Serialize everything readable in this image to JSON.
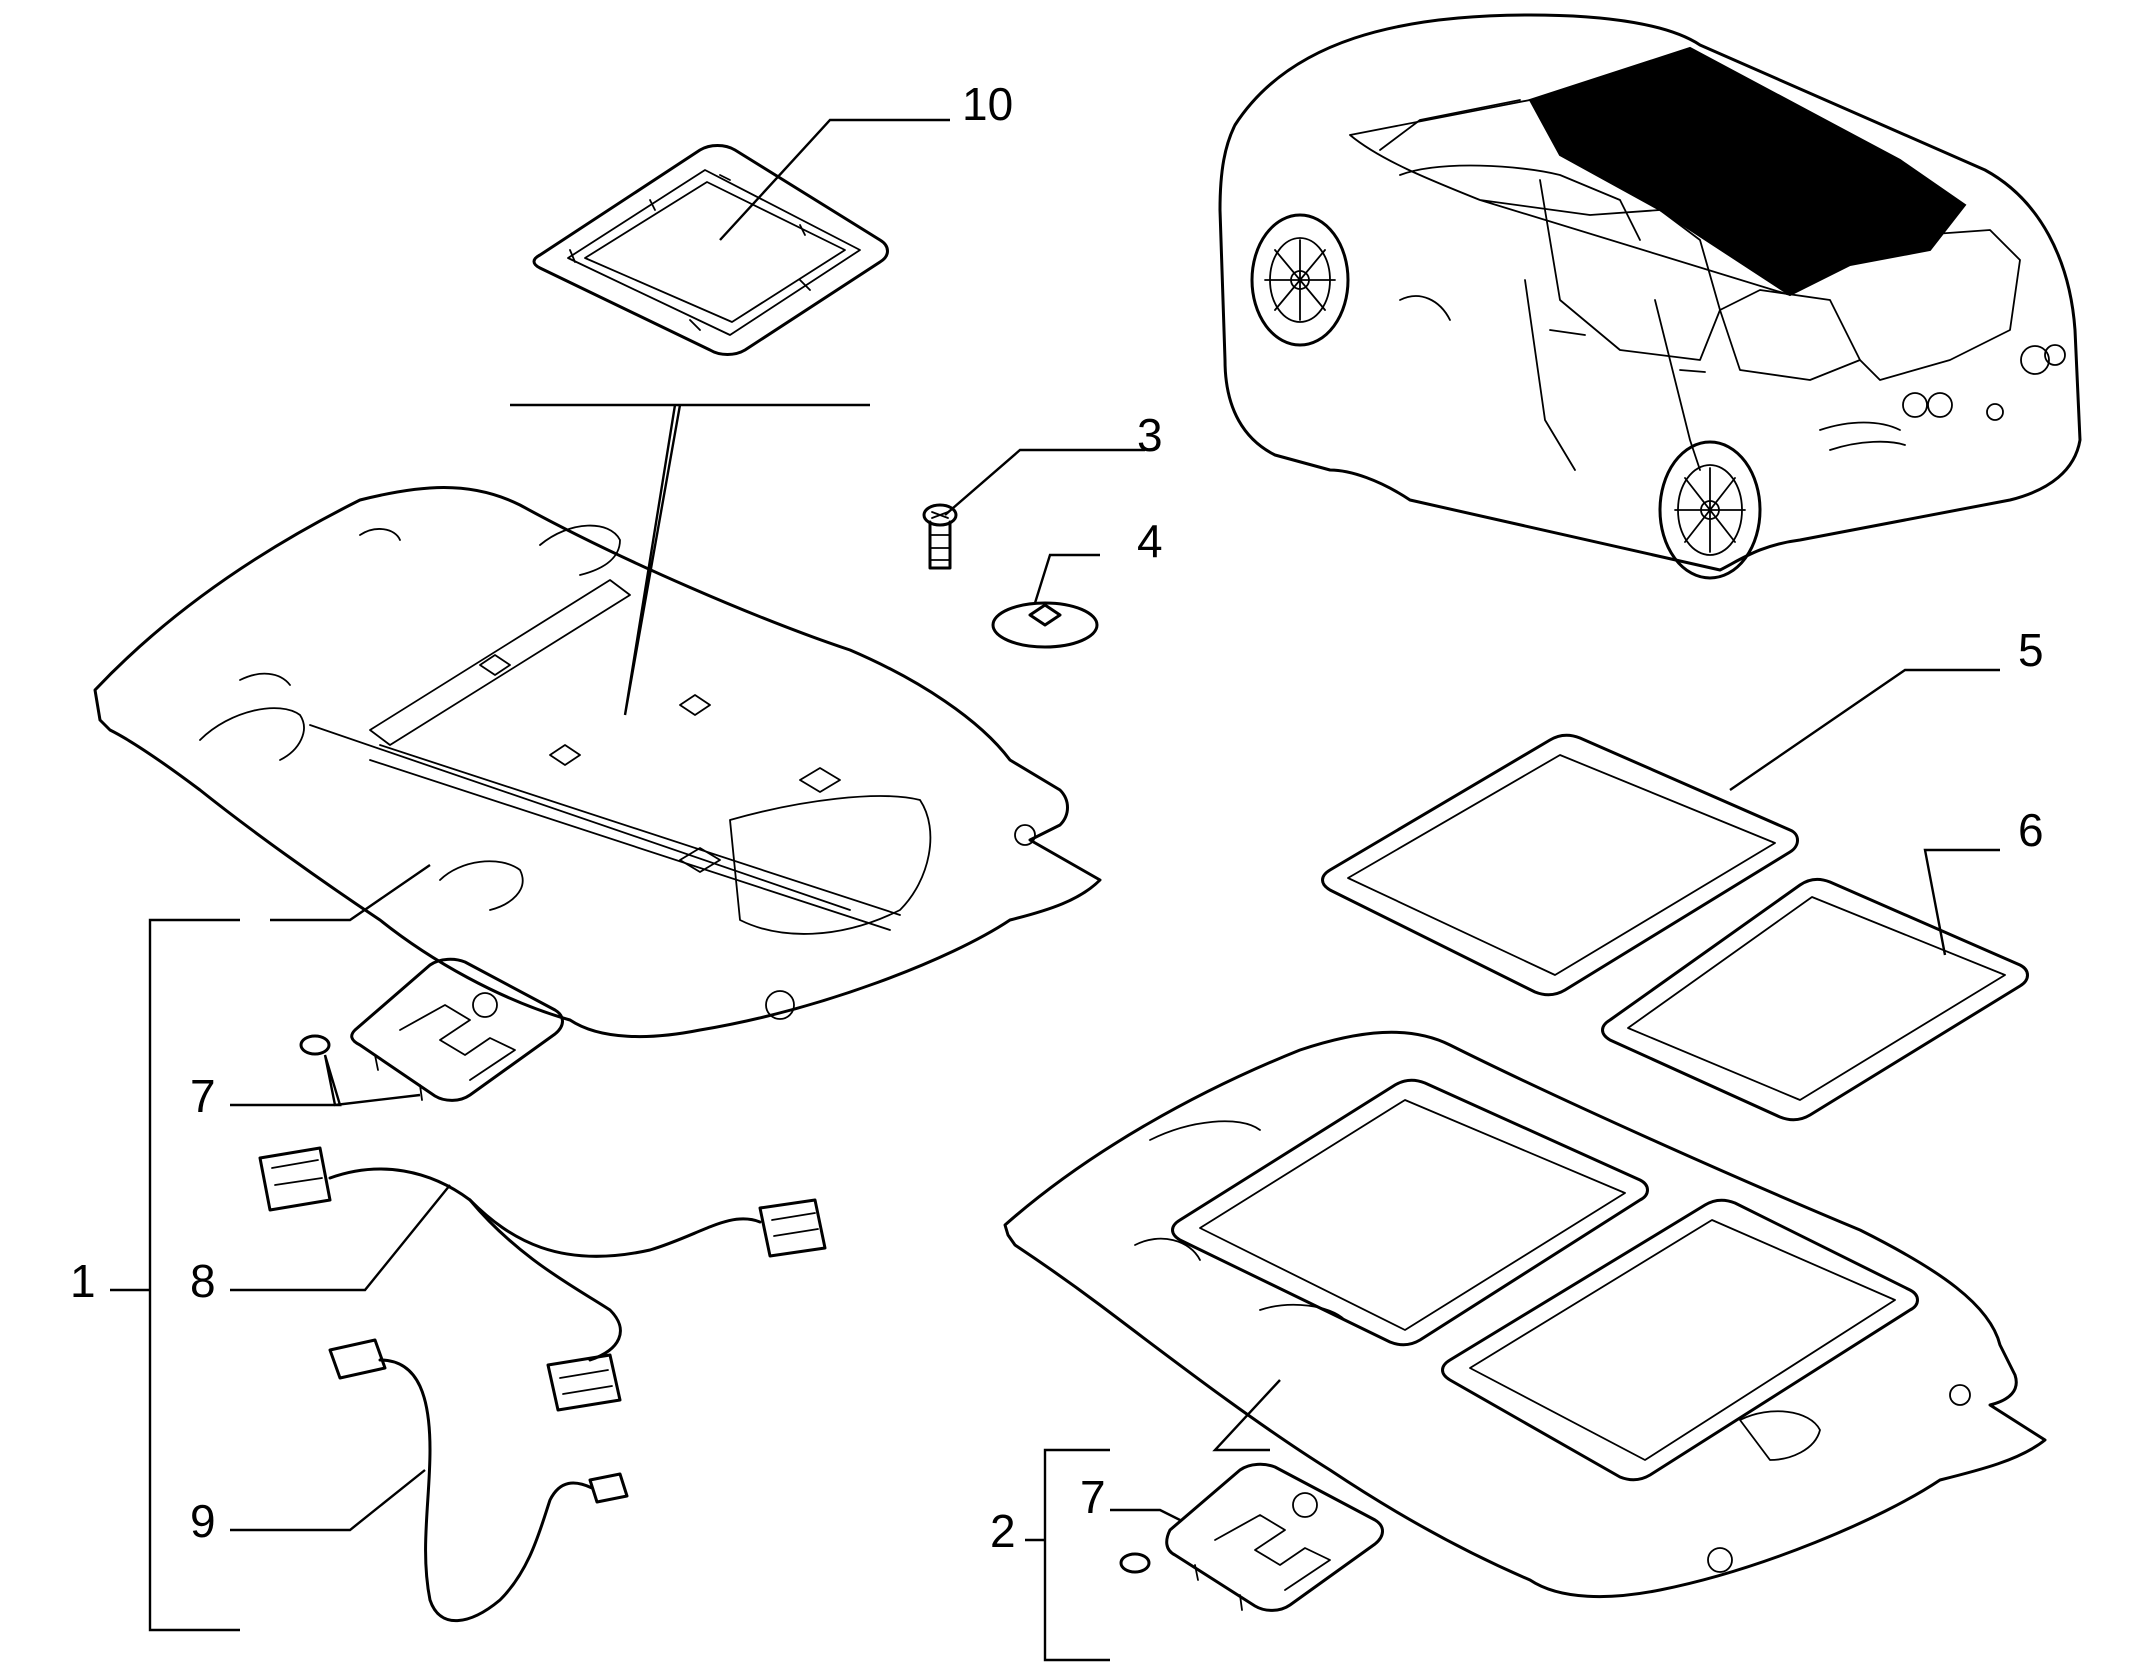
{
  "diagram": {
    "callouts": [
      {
        "id": "c10",
        "text": "10",
        "part": "sunroof frame"
      },
      {
        "id": "c3",
        "text": "3",
        "part": "screw"
      },
      {
        "id": "c4",
        "text": "4",
        "part": "cap"
      },
      {
        "id": "c5",
        "text": "5",
        "part": "front glass seal frame"
      },
      {
        "id": "c6",
        "text": "6",
        "part": "rear glass seal frame"
      },
      {
        "id": "c7a",
        "text": "7",
        "part": "dome light cover (headliner 1)"
      },
      {
        "id": "c8",
        "text": "8",
        "part": "wiring harness"
      },
      {
        "id": "c1",
        "text": "1",
        "part": "headliner without sunroof"
      },
      {
        "id": "c9",
        "text": "9",
        "part": "wiring cable"
      },
      {
        "id": "c7b",
        "text": "7",
        "part": "dome light cover (headliner 2)"
      },
      {
        "id": "c2",
        "text": "2",
        "part": "headliner with sunroof"
      }
    ],
    "colors": {
      "ink": "#000000",
      "paper": "#ffffff"
    }
  }
}
